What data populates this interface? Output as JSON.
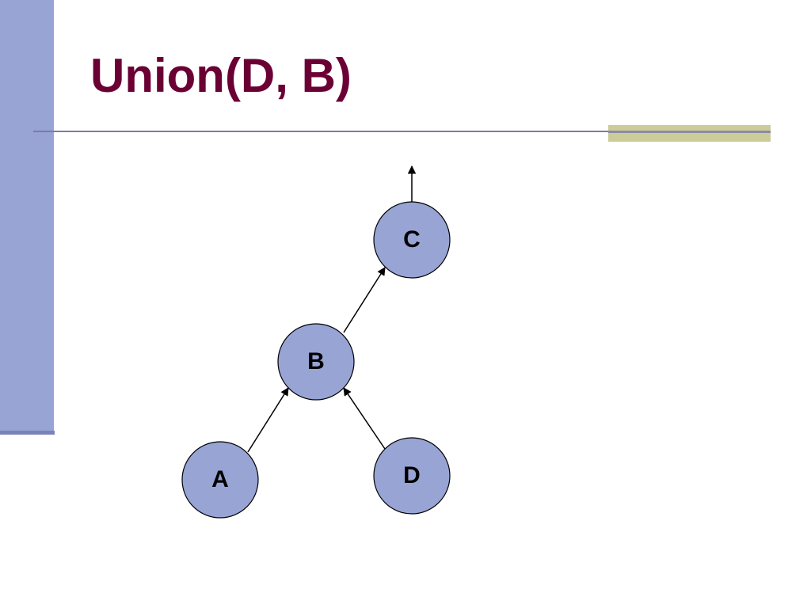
{
  "slide": {
    "title": "Union(D, B)"
  },
  "colors": {
    "title": "#6a0033",
    "node_fill": "#98a4d4",
    "sidebar": "#98a4d4",
    "accent": "#cccc99",
    "rule": "#7a7ab4"
  },
  "diagram": {
    "type": "tree",
    "nodes": {
      "c": "C",
      "b": "B",
      "a": "A",
      "d": "D"
    },
    "edges": [
      {
        "from": "B",
        "to": "C"
      },
      {
        "from": "A",
        "to": "B"
      },
      {
        "from": "D",
        "to": "B"
      },
      {
        "from": "C",
        "to": "up"
      }
    ]
  }
}
